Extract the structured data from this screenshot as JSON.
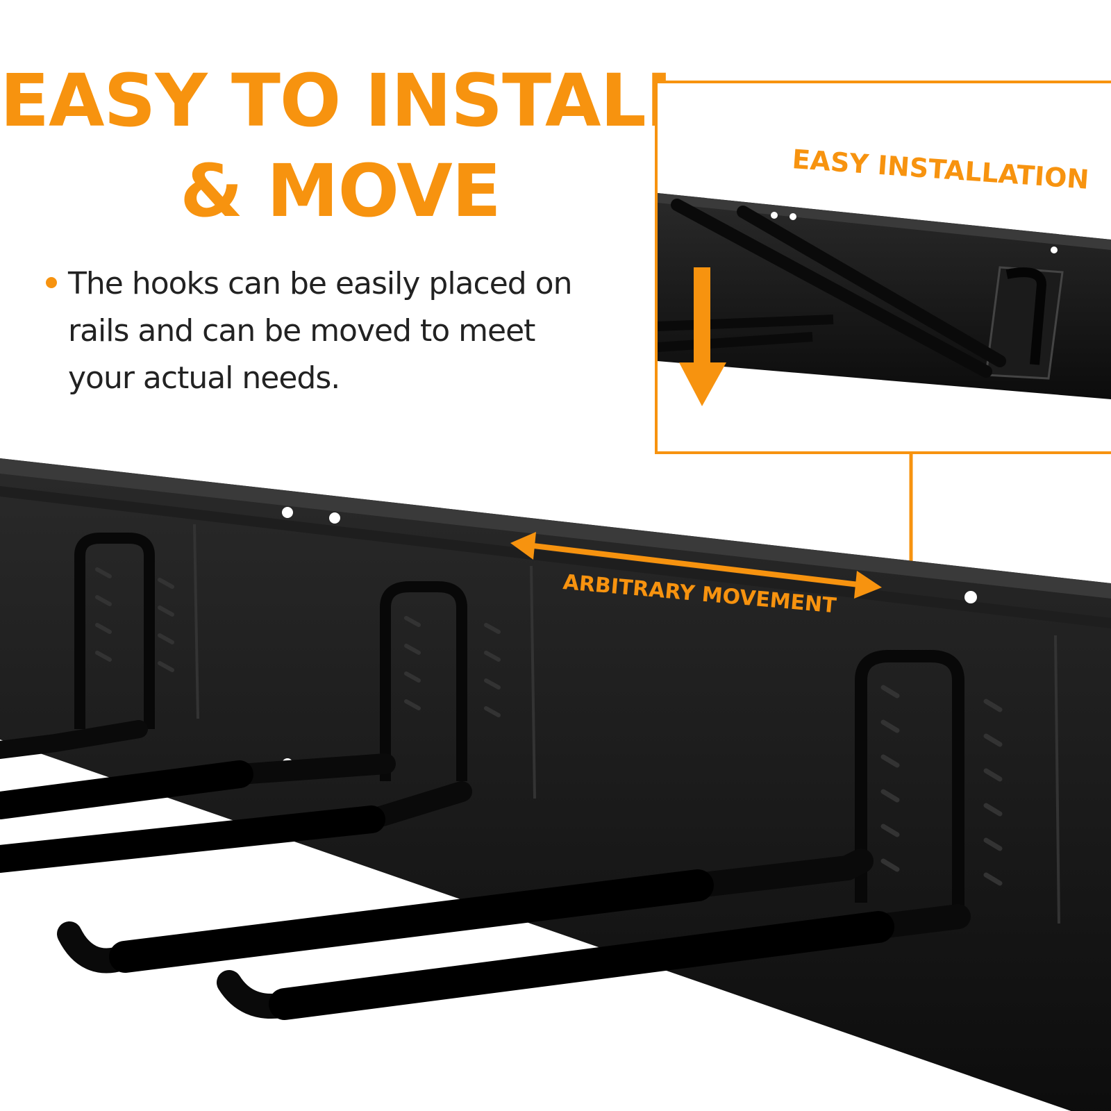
{
  "headline": {
    "line1": "EASY TO INSTALL",
    "line2": "& MOVE"
  },
  "bullet": {
    "text": "The hooks can be easily placed on rails and can be moved to meet your actual needs."
  },
  "inset": {
    "label": "EASY INSTALLATION"
  },
  "rail": {
    "movement_label": "ARBITRARY MOVEMENT"
  },
  "colors": {
    "accent": "#F7930F",
    "rail": "#111111",
    "text": "#222222"
  },
  "icons": [
    "down-arrow-icon",
    "double-arrow-icon"
  ]
}
